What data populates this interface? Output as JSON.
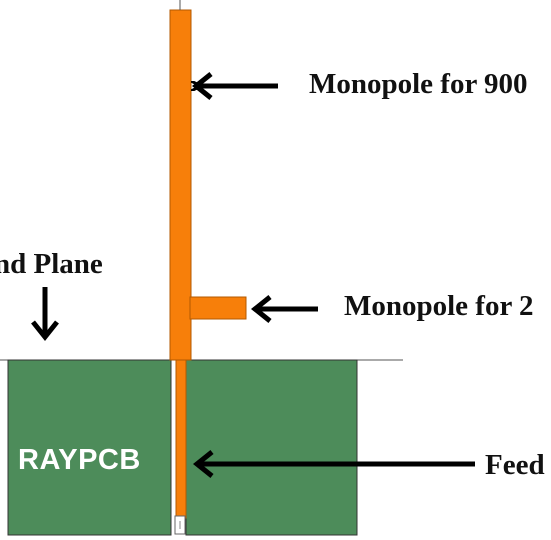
{
  "labels": {
    "monopole_900": "Monopole for 900",
    "monopole_2": "Monopole for 2",
    "feed": "Feed",
    "ground_plane": "nd Plane"
  },
  "watermark": "RAYPCB",
  "colors": {
    "monopole": "#f77f0a",
    "ground_plane": "#4d8c5a",
    "outline": "#333333",
    "arrow": "#000000"
  }
}
